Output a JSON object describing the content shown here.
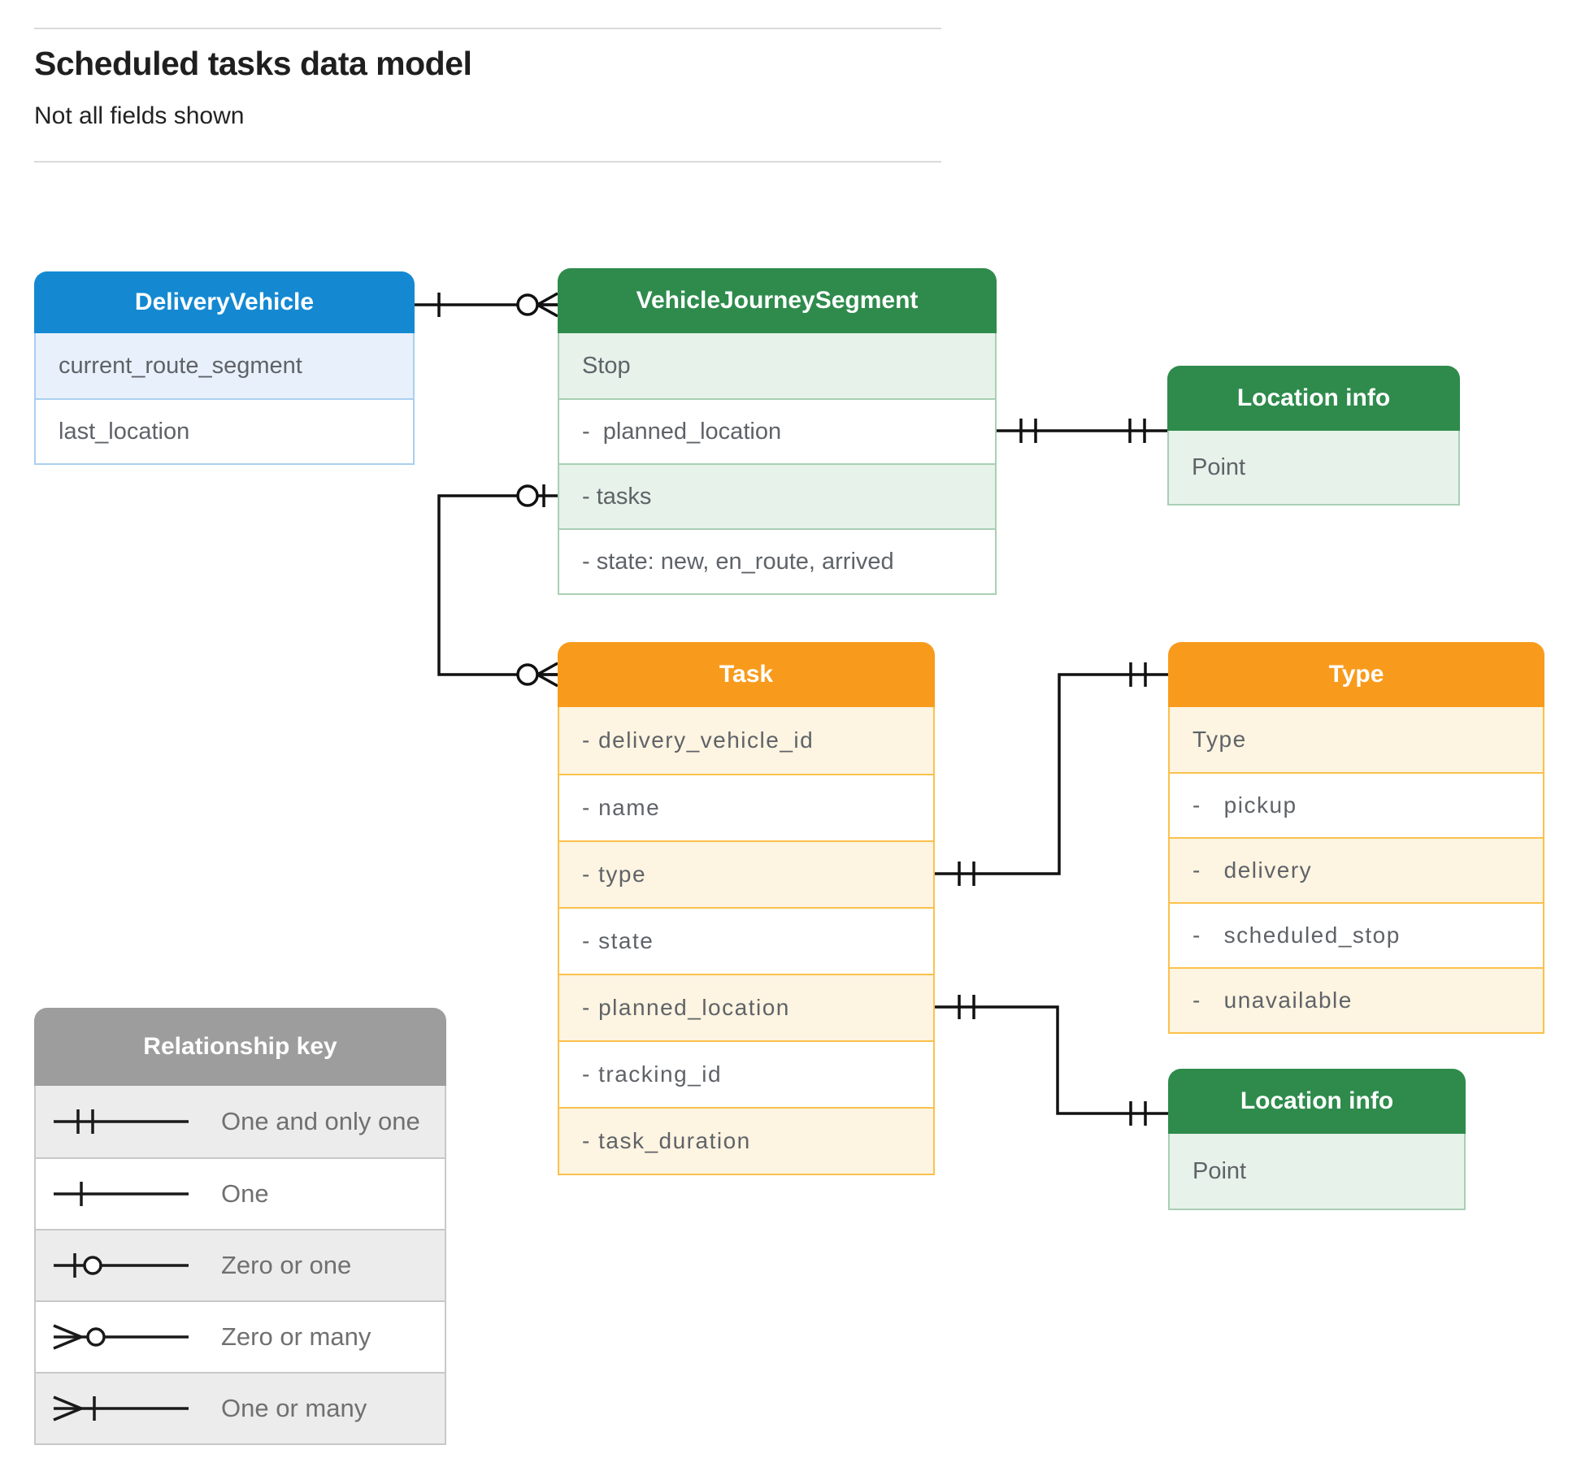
{
  "page": {
    "title": "Scheduled tasks data model",
    "subtitle": "Not all fields shown"
  },
  "entities": [
    {
      "name": "DeliveryVehicle",
      "fields": [
        "current_route_segment",
        "last_location"
      ]
    },
    {
      "name": "VehicleJourneySegment",
      "fields": [
        "Stop",
        "-  planned_location",
        "- tasks",
        "- state: new, en_route, arrived"
      ]
    },
    {
      "name": "Location info",
      "fields": [
        "Point"
      ]
    },
    {
      "name": "Task",
      "fields": [
        "- delivery_vehicle_id",
        "- name",
        "- type",
        "- state",
        "- planned_location",
        "- tracking_id",
        "- task_duration"
      ]
    },
    {
      "name": "Type",
      "fields": [
        "Type",
        "-   pickup",
        "-   delivery",
        "-   scheduled_stop",
        "-   unavailable"
      ]
    },
    {
      "name": "Location info",
      "fields": [
        "Point"
      ]
    }
  ],
  "legend": {
    "title": "Relationship key",
    "items": [
      {
        "label": "One and only one",
        "symbol": "one-and-only-one"
      },
      {
        "label": "One",
        "symbol": "one"
      },
      {
        "label": "Zero or one",
        "symbol": "zero-or-one"
      },
      {
        "label": "Zero or many",
        "symbol": "zero-or-many"
      },
      {
        "label": "One or many",
        "symbol": "one-or-many"
      }
    ]
  },
  "relationships": [
    {
      "from": "DeliveryVehicle",
      "to": "VehicleJourneySegment",
      "from_cardinality": "one",
      "to_cardinality": "zero-or-many"
    },
    {
      "from": "VehicleJourneySegment.planned_location",
      "to": "Location info",
      "from_cardinality": "one-and-only-one",
      "to_cardinality": "one-and-only-one"
    },
    {
      "from": "VehicleJourneySegment.tasks",
      "to": "Task",
      "from_cardinality": "zero-or-one",
      "to_cardinality": "zero-or-many"
    },
    {
      "from": "Task.type",
      "to": "Type",
      "from_cardinality": "one-and-only-one",
      "to_cardinality": "one-and-only-one"
    },
    {
      "from": "Task.planned_location",
      "to": "Location info",
      "from_cardinality": "one-and-only-one",
      "to_cardinality": "one-and-only-one"
    }
  ],
  "colors": {
    "blue_header": "#1489d2",
    "green_header": "#2e8b4c",
    "orange_header": "#f89b1c",
    "gray_header": "#9d9d9d",
    "blue_tint": "#e8f1fb",
    "green_tint": "#e7f2ea",
    "orange_tint": "#fdf4e1",
    "gray_tint": "#ececec",
    "field_text": "#5f6368",
    "line": "#111111"
  }
}
